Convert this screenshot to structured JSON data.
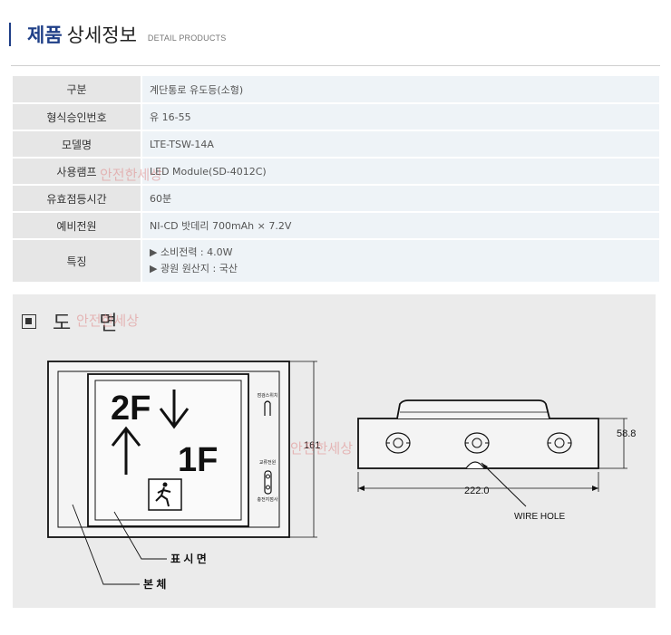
{
  "header": {
    "title_bold": "제품",
    "title_light": "상세정보",
    "subtitle": "DETAIL PRODUCTS"
  },
  "specs": [
    {
      "label": "구분",
      "value": "계단통로 유도등(소형)"
    },
    {
      "label": "형식승인번호",
      "value": "유 16-55"
    },
    {
      "label": "모델명",
      "value": "LTE-TSW-14A"
    },
    {
      "label": "사용램프",
      "value": "LED Module(SD-4012C)"
    },
    {
      "label": "유효점등시간",
      "value": "60분"
    },
    {
      "label": "예비전원",
      "value": "NI-CD  밧데리 700mAh × 7.2V"
    }
  ],
  "features": {
    "label": "특징",
    "items": [
      "▶ 소비전력 : 4.0W",
      "▶ 광원 원산지 : 국산"
    ]
  },
  "drawing": {
    "title": "도 면",
    "sign_upper": "2F",
    "sign_lower": "1F",
    "switch_label": "점검스위치",
    "indicator_label_1": "교류전원",
    "indicator_label_2": "충전지점사",
    "height_dim": "161",
    "depth_dim": "58.8",
    "width_dim": "222.0",
    "wire_hole_label": "WIRE HOLE",
    "display_label": "표 시 면",
    "body_label": "본 체"
  },
  "watermark": "안전한세상"
}
